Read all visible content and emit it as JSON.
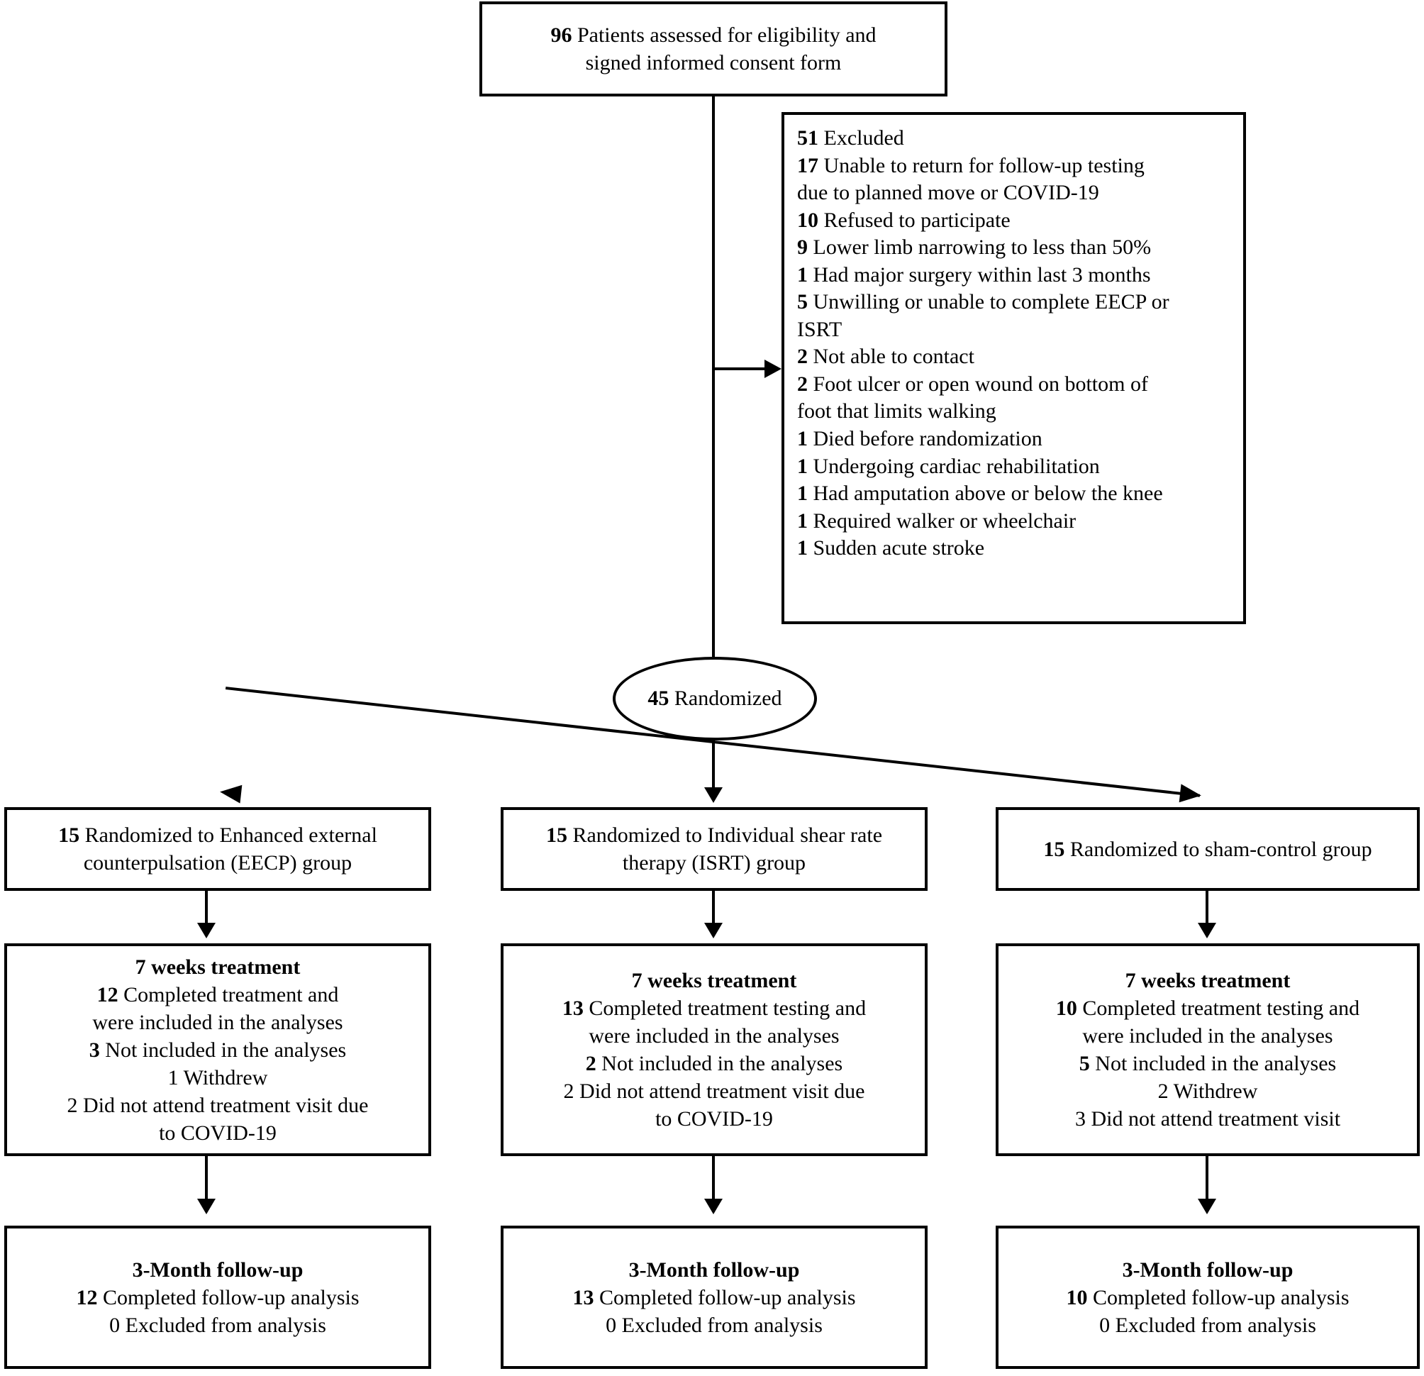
{
  "diagram": {
    "title": "CONSORT participant flow diagram",
    "colors": {
      "stroke": "#000000",
      "background": "#ffffff",
      "text": "#000000"
    },
    "enrollment": {
      "assessed": {
        "count": "96",
        "line1_rest": " Patients assessed for eligibility and",
        "line2": "signed informed consent form"
      },
      "excluded": {
        "header_count": "51",
        "header_rest": " Excluded",
        "reasons": [
          {
            "count": "17",
            "text": " Unable to return for follow-up testing",
            "cont": "due to planned move or COVID-19"
          },
          {
            "count": "10",
            "text": " Refused to participate",
            "cont": ""
          },
          {
            "count": "9",
            "text": " Lower limb narrowing to less than 50%",
            "cont": ""
          },
          {
            "count": "1",
            "text": " Had major surgery within last 3 months",
            "cont": ""
          },
          {
            "count": "5",
            "text": " Unwilling or unable to complete EECP or",
            "cont": "ISRT"
          },
          {
            "count": "2",
            "text": " Not able to contact",
            "cont": ""
          },
          {
            "count": "2",
            "text": " Foot ulcer or open wound on bottom of",
            "cont": "foot that limits walking"
          },
          {
            "count": "1",
            "text": " Died before randomization",
            "cont": ""
          },
          {
            "count": "1",
            "text": " Undergoing cardiac rehabilitation",
            "cont": ""
          },
          {
            "count": "1",
            "text": " Had amputation above or below the knee",
            "cont": ""
          },
          {
            "count": "1",
            "text": " Required walker or wheelchair",
            "cont": ""
          },
          {
            "count": "1",
            "text": " Sudden acute stroke",
            "cont": ""
          }
        ]
      }
    },
    "randomization": {
      "count": "45",
      "rest": " Randomized"
    },
    "arms": [
      {
        "id": "eecp",
        "allocation": {
          "count": "15",
          "line1_rest": " Randomized to Enhanced external",
          "line2": "counterpulsation (EECP) group"
        },
        "treatment": {
          "header": "7 weeks treatment",
          "lines": [
            {
              "count": "12",
              "bold": true,
              "text": " Completed treatment and"
            },
            {
              "count": "",
              "bold": false,
              "text": "were included in the analyses"
            },
            {
              "count": "3",
              "bold": true,
              "text": " Not included in the analyses"
            },
            {
              "count": "",
              "bold": false,
              "text": "1 Withdrew"
            },
            {
              "count": "",
              "bold": false,
              "text": "2 Did not attend treatment visit due"
            },
            {
              "count": "",
              "bold": false,
              "text": "to COVID-19"
            }
          ]
        },
        "followup": {
          "header": "3-Month follow-up",
          "lines": [
            {
              "count": "12",
              "bold": true,
              "text": " Completed follow-up analysis"
            },
            {
              "count": "",
              "bold": false,
              "text": "0 Excluded from analysis"
            }
          ]
        }
      },
      {
        "id": "isrt",
        "allocation": {
          "count": "15",
          "line1_rest": " Randomized to Individual shear rate",
          "line2": "therapy (ISRT) group"
        },
        "treatment": {
          "header": "7 weeks treatment",
          "lines": [
            {
              "count": "13",
              "bold": true,
              "text": " Completed treatment testing and"
            },
            {
              "count": "",
              "bold": false,
              "text": "were included in the analyses"
            },
            {
              "count": "2",
              "bold": true,
              "text": " Not included in the analyses"
            },
            {
              "count": "",
              "bold": false,
              "text": "2 Did not attend treatment visit due"
            },
            {
              "count": "",
              "bold": false,
              "text": "to COVID-19"
            }
          ]
        },
        "followup": {
          "header": "3-Month follow-up",
          "lines": [
            {
              "count": "13",
              "bold": true,
              "text": " Completed follow-up analysis"
            },
            {
              "count": "",
              "bold": false,
              "text": "0 Excluded from analysis"
            }
          ]
        }
      },
      {
        "id": "sham",
        "allocation": {
          "count": "15",
          "line1_rest": " Randomized to sham-control group",
          "line2": ""
        },
        "treatment": {
          "header": "7 weeks treatment",
          "lines": [
            {
              "count": "10",
              "bold": true,
              "text": " Completed treatment testing and"
            },
            {
              "count": "",
              "bold": false,
              "text": "were included in the analyses"
            },
            {
              "count": "5",
              "bold": true,
              "text": " Not included in the analyses"
            },
            {
              "count": "",
              "bold": false,
              "text": "2 Withdrew"
            },
            {
              "count": "",
              "bold": false,
              "text": "3 Did not attend treatment visit"
            }
          ]
        },
        "followup": {
          "header": "3-Month follow-up",
          "lines": [
            {
              "count": "10",
              "bold": true,
              "text": " Completed follow-up analysis"
            },
            {
              "count": "",
              "bold": false,
              "text": "0 Excluded from analysis"
            }
          ]
        }
      }
    ]
  }
}
